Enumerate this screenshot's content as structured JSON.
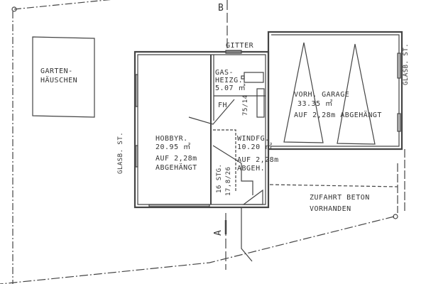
{
  "plan": {
    "section_markers": {
      "top": "B",
      "bottom": "A"
    },
    "rooms": {
      "garden_house": {
        "line1": "GARTEN-",
        "line2": "HÄUSCHEN"
      },
      "gas_heating": {
        "line1": "GAS-",
        "line2": "HEIZG.",
        "area": "5.07 ㎡"
      },
      "hobby_room": {
        "name": "HOBBYR.",
        "area": "20.95 ㎡",
        "note1": "AUF 2,28m",
        "note2": "ABGEHÄNGT"
      },
      "wind_lobby": {
        "name": "WINDFG.",
        "area": "10.20 ㎡",
        "note1": "AUF 2,28m",
        "note2": "ABGEH."
      },
      "garage": {
        "name": "VORH. GARAGE",
        "area": "33.35 ㎡",
        "note": "AUF 2,28m ABGEHÄNGT"
      }
    },
    "labels": {
      "grille": "GITTER",
      "fh": "FH",
      "glass_left": "GLASB. ST.",
      "glass_right": "GLASB. ST.",
      "stairs_count": "16 STG.",
      "stairs_dim": "17,8/26",
      "chimney_dim": "75/14",
      "driveway1": "ZUFAHRT BETON",
      "driveway2": "VORHANDEN"
    }
  }
}
